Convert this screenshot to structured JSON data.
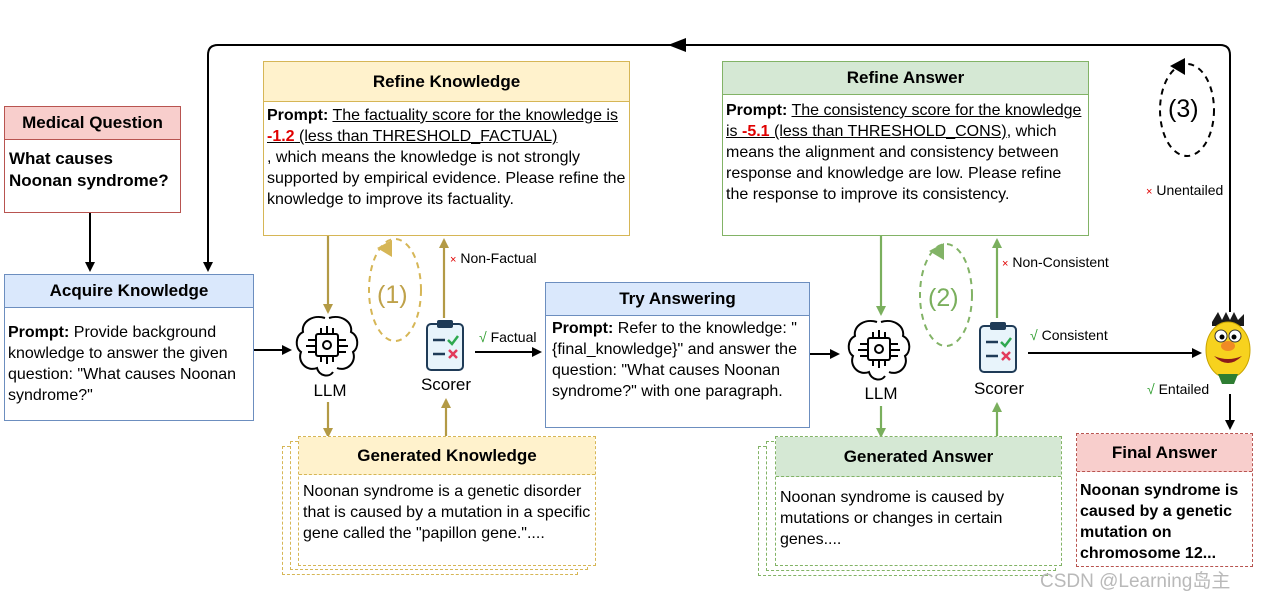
{
  "medical_question": {
    "title": "Medical Question",
    "text": "What causes Noonan syndrome?"
  },
  "acquire_knowledge": {
    "title": "Acquire Knowledge",
    "prompt_label": "Prompt:",
    "prompt_text": " Provide background knowledge to answer the given question: \"What causes Noonan syndrome?\""
  },
  "refine_knowledge": {
    "title": "Refine Knowledge",
    "prompt_label": "Prompt:",
    "underlined_prefix": "The factuality score for the knowledge is ",
    "score": "-1.2",
    "underlined_suffix": " (less than THRESHOLD_FACTUAL)",
    "rest": ", which means the knowledge is not strongly supported by empirical evidence. Please refine the knowledge to improve its factuality."
  },
  "generated_knowledge": {
    "title": "Generated Knowledge",
    "text": "Noonan syndrome is a genetic disorder that is caused by a mutation in a specific gene called the \"papillon gene.\"...."
  },
  "try_answering": {
    "title": "Try Answering",
    "prompt_label": "Prompt:",
    "prompt_text": " Refer to the knowledge: \"{final_knowledge}\" and answer the question: \"What causes Noonan syndrome?\" with one paragraph."
  },
  "refine_answer": {
    "title": "Refine Answer",
    "prompt_label": "Prompt:",
    "underlined_prefix": "The consistency score for the knowledge is ",
    "score": "-5.1",
    "underlined_suffix": " (less than THRESHOLD_CONS)",
    "rest": ", which means the alignment and consistency between response and knowledge are low. Please refine the response to improve its consistency."
  },
  "generated_answer": {
    "title": "Generated Answer",
    "text": "Noonan syndrome is caused by mutations or changes in certain genes...."
  },
  "final_answer": {
    "title": "Final Answer",
    "text": "Noonan syndrome is caused by a genetic mutation on chromosome 12..."
  },
  "labels": {
    "llm": "LLM",
    "scorer": "Scorer",
    "factual": "Factual",
    "non_factual": "Non-Factual",
    "consistent": "Consistent",
    "non_consistent": "Non-Consistent",
    "entailed": "Entailed",
    "unentailed": "Unentailed",
    "check": "√",
    "cross": "×",
    "loop1": "(1)",
    "loop2": "(2)",
    "loop3": "(3)"
  },
  "watermark": "CSDN @Learning岛主",
  "colors": {
    "red": "#b85450",
    "blue": "#6c8ebf",
    "yellow": "#d6b656",
    "green": "#82b366"
  }
}
